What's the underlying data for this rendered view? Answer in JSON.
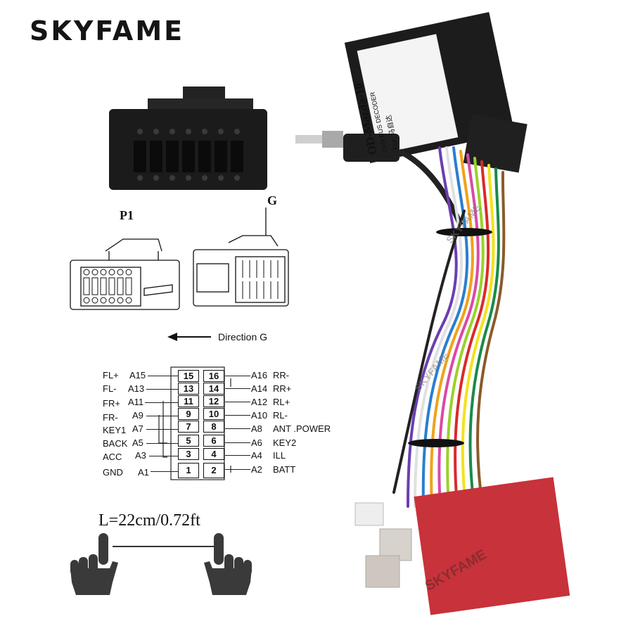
{
  "brand": {
    "name": "SKYFAME"
  },
  "connectors": {
    "p1_label": "P1",
    "g_label": "G"
  },
  "direction": {
    "label": "Direction G"
  },
  "pinout": {
    "left": [
      {
        "name": "FL+",
        "code": "A15",
        "pin": "15"
      },
      {
        "name": "FL-",
        "code": "A13",
        "pin": "13"
      },
      {
        "name": "FR+",
        "code": "A11",
        "pin": "11"
      },
      {
        "name": "FR-",
        "code": "A9",
        "pin": "9"
      },
      {
        "name": "KEY1",
        "code": "A7",
        "pin": "7"
      },
      {
        "name": "BACK",
        "code": "A5",
        "pin": "5"
      },
      {
        "name": "ACC",
        "code": "A3",
        "pin": "3"
      },
      {
        "name": "GND",
        "code": "A1",
        "pin": "1"
      }
    ],
    "right": [
      {
        "name": "RR-",
        "code": "A16",
        "pin": "16"
      },
      {
        "name": "RR+",
        "code": "A14",
        "pin": "14"
      },
      {
        "name": "RL+",
        "code": "A12",
        "pin": "12"
      },
      {
        "name": "RL-",
        "code": "A10",
        "pin": "10"
      },
      {
        "name": "ANT .POWER",
        "code": "A8",
        "pin": "8"
      },
      {
        "name": "KEY2",
        "code": "A6",
        "pin": "6"
      },
      {
        "name": "ILL",
        "code": "A4",
        "pin": "4"
      },
      {
        "name": "BATT",
        "code": "A2",
        "pin": "2"
      }
    ]
  },
  "length": {
    "label": "L=22cm/0.72ft"
  },
  "decoder": {
    "line1": "OD-Mazda-10",
    "line2": "CAN BUS DECODER",
    "line3": "For: 马自达"
  },
  "watermarks": [
    "SKYFAME",
    "SKYFAME",
    "SKYFAME"
  ],
  "colors": {
    "connector_black": "#1e1e1e",
    "red_connector": "#c8323a",
    "brand_text": "#151515"
  }
}
